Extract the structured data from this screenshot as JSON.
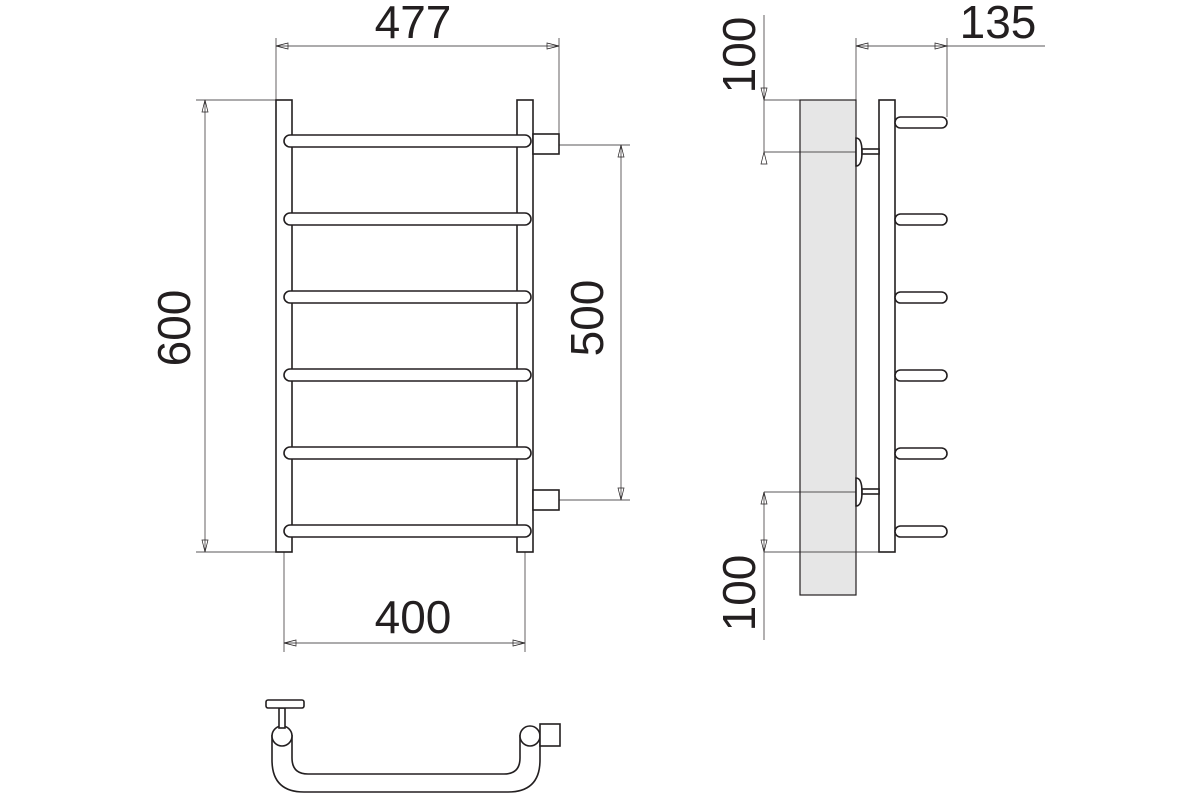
{
  "dimensions": {
    "overall_width": "477",
    "overall_height": "600",
    "center_distance": "500",
    "rail_width": "400",
    "wall_offset": "135",
    "top_clearance": "100",
    "bottom_clearance": "100"
  },
  "rungs": {
    "count": 6
  }
}
